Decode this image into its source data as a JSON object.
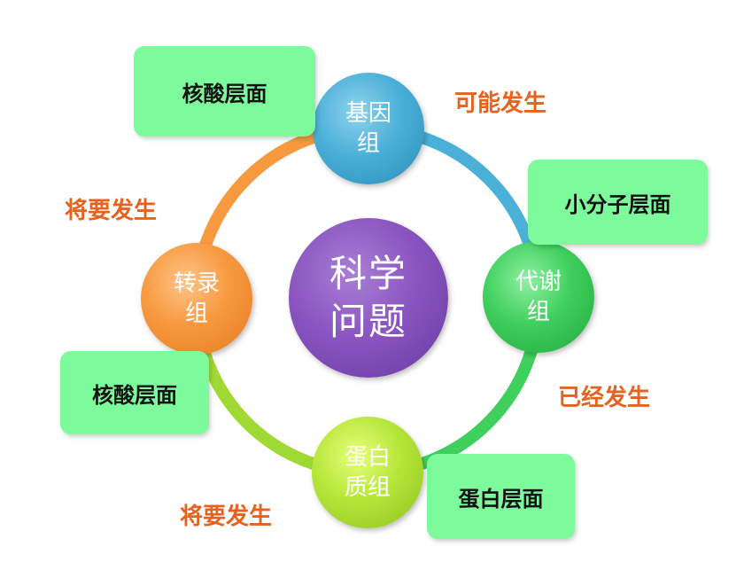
{
  "center": {
    "line1": "科学",
    "line2": "问题"
  },
  "nodes": {
    "genome": "基因\n组",
    "transcriptome": "转录\n组",
    "metabolome": "代谢\n组",
    "proteome": "蛋白\n质组"
  },
  "level_boxes": {
    "nucleic_top": "核酸层面",
    "small_molecule": "小分子层面",
    "nucleic_bottom": "核酸层面",
    "protein": "蛋白层面"
  },
  "occurrence_labels": {
    "possible": "可能发生",
    "will_left": "将要发生",
    "already": "已经发生",
    "will_bottom": "将要发生"
  },
  "colors": {
    "purple": "#8a55c0",
    "blue": "#4bb0d8",
    "orange": "#f7993f",
    "green": "#3fcf5c",
    "lime": "#b6e63a",
    "box_green": "#7dfb9c",
    "label_orange": "#e8621f"
  }
}
